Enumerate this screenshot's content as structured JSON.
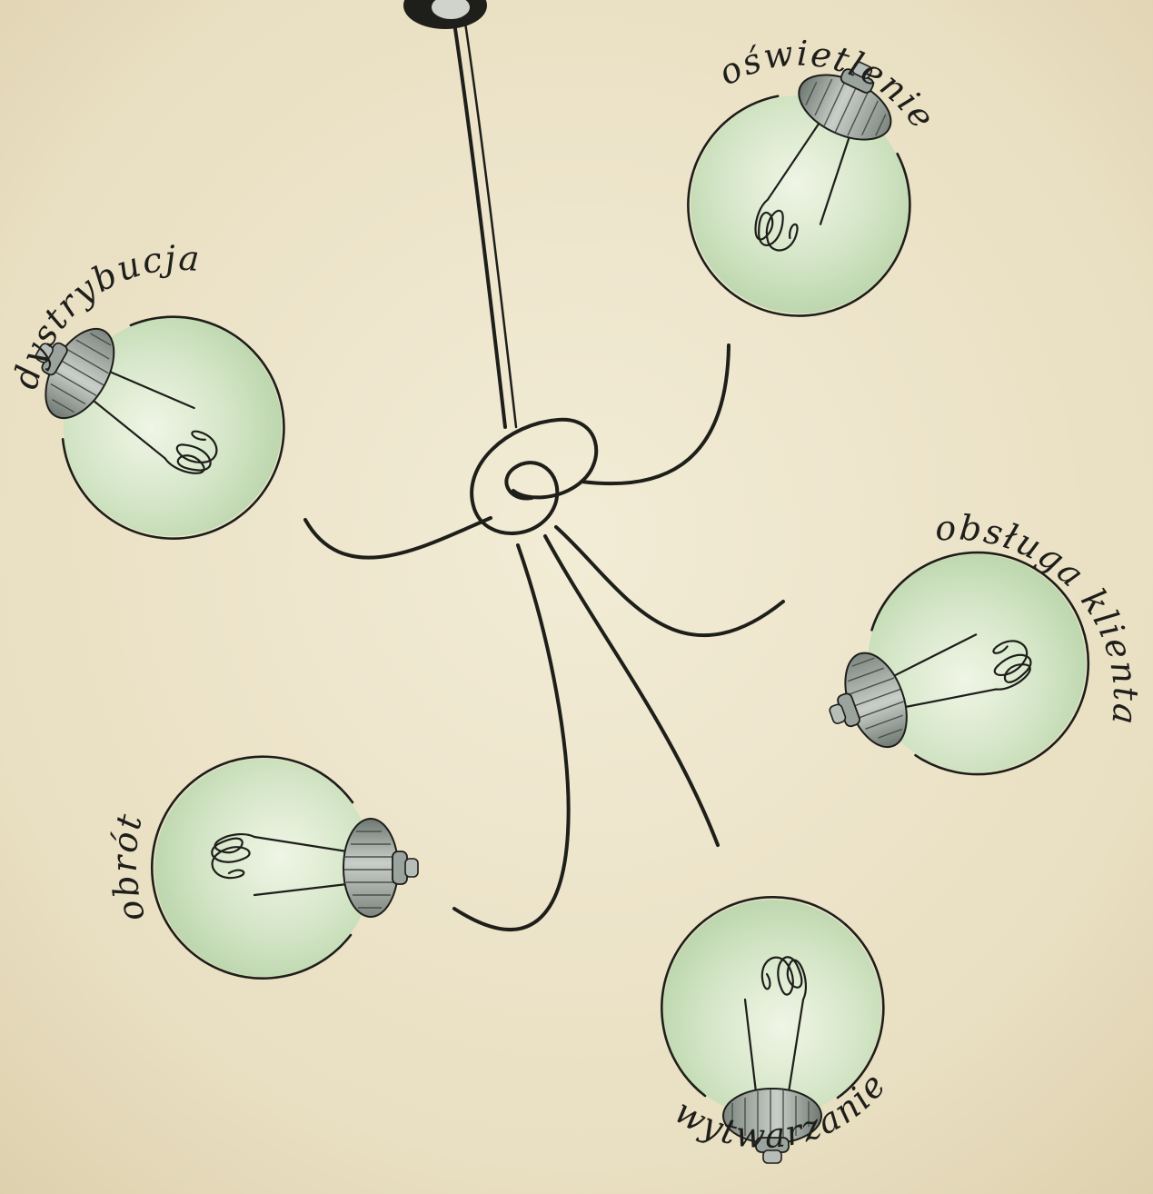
{
  "lamps": {
    "top_right": {
      "label": "oświetlenie"
    },
    "left": {
      "label": "dystrybucja"
    },
    "right": {
      "label": "obsługa klienta"
    },
    "bottom_left": {
      "label": "obrót"
    },
    "bottom_center": {
      "label": "wytwarzanie"
    }
  },
  "colors": {
    "background": "#ece3c9",
    "bulb_glow": "#cfe3c3",
    "ink": "#1e1e1a",
    "socket": "#8f9993"
  }
}
